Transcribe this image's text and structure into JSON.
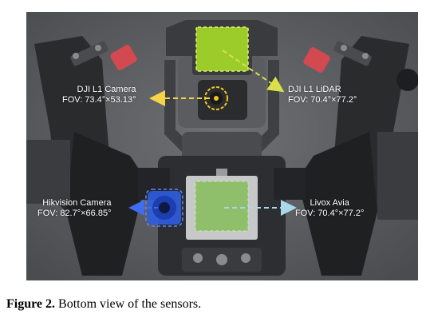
{
  "figure": {
    "sensors": [
      {
        "name": "DJI L1 Camera",
        "fov": "FOV: 73.4°×53.13°",
        "arrow_color": "#f5d547"
      },
      {
        "name": "DJI L1 LiDAR",
        "fov": "FOV: 70.4°×77.2°",
        "arrow_color": "#d9e04a"
      },
      {
        "name": "Hikvision Camera",
        "fov": "FOV:  82.7°×66.85°",
        "arrow_color": "#3f6df0"
      },
      {
        "name": "Livox Avia",
        "fov": "FOV: 70.4°×77.2°",
        "arrow_color": "#a9d8ea"
      }
    ],
    "colors": {
      "lidar_panel": "#9ccc2a",
      "livox_panel": "#8fbf6a",
      "camera_ring": "#f2c624",
      "hikvision_body": "#2f5de0"
    }
  },
  "caption": {
    "label": "Figure 2.",
    "text": "Bottom view of the sensors."
  }
}
